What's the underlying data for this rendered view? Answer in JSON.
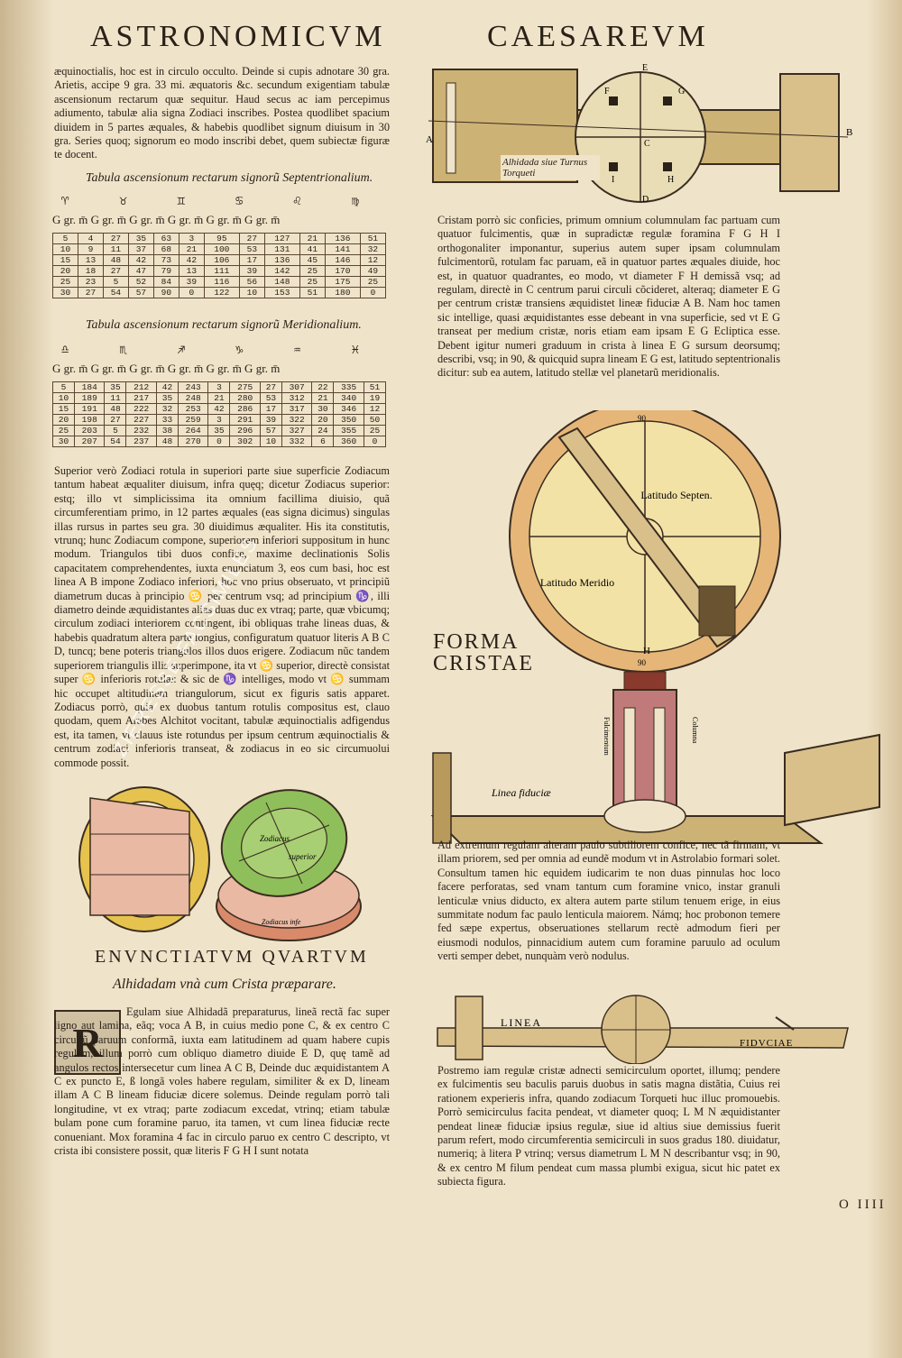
{
  "header": {
    "left_title": "ASTRONOMICVM",
    "right_title": "CAESAREVM"
  },
  "left_intro": "æquinoctialis, hoc est in circulo occulto. Deinde si cupis adnotare 30 gra. Arietis, accipe 9 gra. 33 mi. æquatoris &c. secundum exigentiam tabulæ ascensionum rectarum quæ sequitur. Haud secus ac iam percepimus adiumento, tabulæ alia signa Zodiaci inscribes. Postea quodlibet spacium diuidem in 5 partes æquales, & habebis quodlibet signum diuisum in 30 gra. Series quoq; signorum eo modo inscribi debet, quem subiectæ figuræ te docent.",
  "table1": {
    "caption": "Tabula ascensionum rectarum signorũ Septentrionalium.",
    "symbols": [
      "♈",
      "♉",
      "♊",
      "♋",
      "♌",
      "♍"
    ],
    "header": "G gr. m̄ G gr. m̄ G gr. m̄ G gr. m̄ G gr. m̄ G gr. m̄",
    "rows": [
      [
        "5",
        "4",
        "27",
        "35",
        "63",
        "3",
        "95",
        "27",
        "127",
        "21",
        "136",
        "51"
      ],
      [
        "10",
        "9",
        "11",
        "37",
        "68",
        "21",
        "100",
        "53",
        "131",
        "41",
        "141",
        "32"
      ],
      [
        "15",
        "13",
        "48",
        "42",
        "73",
        "42",
        "106",
        "17",
        "136",
        "45",
        "146",
        "12"
      ],
      [
        "20",
        "18",
        "27",
        "47",
        "79",
        "13",
        "111",
        "39",
        "142",
        "25",
        "170",
        "49"
      ],
      [
        "25",
        "23",
        "5",
        "52",
        "84",
        "39",
        "116",
        "56",
        "148",
        "25",
        "175",
        "25"
      ],
      [
        "30",
        "27",
        "54",
        "57",
        "90",
        "0",
        "122",
        "10",
        "153",
        "51",
        "180",
        "0"
      ]
    ]
  },
  "table2": {
    "caption": "Tabula ascensionum rectarum signorũ Meridionalium.",
    "symbols": [
      "♎",
      "♏",
      "♐",
      "♑",
      "♒",
      "♓"
    ],
    "header": "G gr. m̄ G gr. m̄ G gr. m̄ G gr. m̄ G gr. m̄ G gr. m̄",
    "rows": [
      [
        "5",
        "184",
        "35",
        "212",
        "42",
        "243",
        "3",
        "275",
        "27",
        "307",
        "22",
        "335",
        "51"
      ],
      [
        "10",
        "189",
        "11",
        "217",
        "35",
        "248",
        "21",
        "280",
        "53",
        "312",
        "21",
        "340",
        "19"
      ],
      [
        "15",
        "191",
        "48",
        "222",
        "32",
        "253",
        "42",
        "286",
        "17",
        "317",
        "30",
        "346",
        "12"
      ],
      [
        "20",
        "198",
        "27",
        "227",
        "33",
        "259",
        "3",
        "291",
        "39",
        "322",
        "20",
        "350",
        "50"
      ],
      [
        "25",
        "203",
        "5",
        "232",
        "38",
        "264",
        "35",
        "296",
        "57",
        "327",
        "24",
        "355",
        "25"
      ],
      [
        "30",
        "207",
        "54",
        "237",
        "48",
        "270",
        "0",
        "302",
        "10",
        "332",
        "6",
        "360",
        "0"
      ]
    ]
  },
  "left_body": "Superior verò Zodiaci rotula in superiori parte siue superficie Zodiacum tantum habeat æqualiter diuisum, infra quęq; dicetur Zodiacus superior: estq; illo vt simplicissima ita omnium facillima diuisio, quã circumferentiam primo, in 12 partes æquales (eas signa dicimus) singulas illas rursus in partes seu gra. 30 diuidimus æqualiter. His ita constitutis, vtrunq; hunc Zodiacum compone, superiorem inferiori suppositum in hunc modum. Triangulos tibi duos confice, maxime declinationis Solis capacitatem comprehendentes, iuxta enunciatum 3, eos cum basi, hoc est linea A B impone Zodiaco inferiori, hoc vno prius obseruato, vt principiũ diametrum ducas à principio ♋ per centrum vsq; ad principium ♑, illi diametro deinde æquidistantes alias duas duc ex vtraq; parte, quæ vbicumq; circulum zodiaci interiorem contingent, ibi obliquas trahe lineas duas, & habebis quadratum altera parte longius, configuratum quatuor literis A B C D, tuncq; bene poteris triangulos illos duos erigere. Zodiacum nũc tandem superiorem triangulis illis superimpone, ita vt ♋ superior, directè consistat super ♋ inferioris rotulæ: & sic de ♑ intelliges, modo vt ♋ summam hic occupet altitudinem triangulorum, sicut ex figuris satis apparet. Zodiacus porrò, quia ex duobus tantum rotulis compositus est, clauo quodam, quem Arabes Alchitot vocitant, tabulæ æquinoctialis adfigendus est, ita tamen, vt clauus iste rotundus per ipsum centrum æquinoctialis & centrum zodiaci inferioris transeat, & zodiacus in eo sic circumuolui commode possit.",
  "zodiac_labels": {
    "outer": "Zodiacus",
    "inner": "superior",
    "lower": "Zodiacus infe"
  },
  "heading_quartum": "ENVNCTIATVM QVARTVM",
  "sub_quartum": "Alhidadam vnà cum Crista præparare.",
  "initial": "R",
  "left_bottom": "Egulam siue Alhidadã preparaturus, lineã rectã fac super ligno aut lamina, eãq; voca A B, in cuius medio pone C, & ex centro C circuliũ paruum conformã, iuxta eam latitudinem ad quam habere cupis regulam, illum porrò cum obliquo diametro diuide E D, quę tamẽ ad angulos rectos intersecetur cum linea A C B, Deinde duc æquidistantem A C ex puncto E, ß longã voles habere regulam, similiter & ex D, lineam illam A C B lineam fiduciæ dicere solemus. Deinde regulam porrò tali longitudine, vt ex vtraq; parte zodiacum excedat, vtrinq; etiam tabulæ bulam pone cum foramine paruo, ita tamen, vt cum linea fiduciæ recte conueniant. Mox foramina 4 fac in circulo paruo ex centro C descripto, vt crista ibi consistere possit, quæ literis F G H I sunt notata",
  "alhidada_label": "Alhidada siue Turnus Torqueti",
  "alhidada_letters": {
    "A": "A",
    "B": "B",
    "C": "C",
    "D": "D",
    "E": "E",
    "F": "F",
    "G": "G",
    "H": "H",
    "I": "I"
  },
  "right_body1": "Cristam porrò sic conficies, primum omnium columnulam fac partuam cum quatuor fulcimentis, quæ in supradictæ regulæ foramina F G H I orthogonaliter imponantur, superius autem super ipsam columnulam fulcimentorũ, rotulam fac paruam, eã in quatuor partes æquales diuide, hoc est, in quatuor quadrantes, eo modo, vt diameter F H demissã vsq; ad regulam, directè in C centrum parui circuli cõcideret, alteraq; diameter E G per centrum cristæ transiens æquidistet lineæ fiduciæ A B. Nam hoc tamen sic intellige, quasi æquidistantes esse debeant in vna superficie, sed vt E G transeat per medium cristæ, noris etiam eam ipsam E G Ecliptica esse. Debent igitur numeri graduum in crista à linea E G sursum deorsumq; describi, vsq; in 90, & quicquid supra lineam E G est, latitudo septentrionalis dicitur: sub ea autem, latitudo stellæ vel planetarũ meridionalis.",
  "crista": {
    "lat_sept": "Latitudo Septen.",
    "lat_merid": "Latitudo Meridio",
    "forma": "FORMA",
    "cristae": "CRISTAE",
    "columna": "Columna",
    "fulcimentum": "Fulcimentum",
    "linea_fiduciae": "Linea fiduciæ",
    "letter_h": "H",
    "deg90": "90",
    "deg90b": "90"
  },
  "right_body2": "Ad extremum regulam alteram paulo subtiliorem confice, nec tã firmam, vt illam priorem, sed per omnia ad eundẽ modum vt in Astrolabio formari solet. Consultum tamen hic equidem iudicarim te non duas pinnulas hoc loco facere perforatas, sed vnam tantum cum foramine vnico, instar granuli lenticulæ vnius diducto, ex altera autem parte stilum tenuem erige, in eius summitate nodum fac paulo lenticula maiorem. Námq; hoc probonon temere fed sæpe expertus, obseruationes stellarum rectè admodum fieri per eiusmodi nodulos, pinnacidium autem cum foramine paruulo ad oculum verti semper debet, nunquàm verò nodulus.",
  "bottom_ruler": {
    "left": "LINEA",
    "right": "FIDVCIAE"
  },
  "right_body3": "Postremo iam regulæ cristæ adnecti semicirculum oportet, illumq; pendere ex fulcimentis seu baculis paruis duobus in satis magna distãtia, Cuius rei rationem experieris infra, quando zodiacum Torqueti huc illuc promouebis. Porrò semicirculus facita pendeat, vt diameter quoq; L M N æquidistanter pendeat lineæ fiduciæ ipsius regulæ, siue id altius siue demissius fuerit parum refert, modo circumferentia semicirculi in suos gradus 180. diuidatur, numeriq; à litera P vtrinq; versus diametrum L M N describantur vsq; in 90, & ex centro M filum pendeat cum massa plumbi exigua, sicut hic patet ex subiecta figura.",
  "page_number": "O IIII",
  "watermark": "ZIERESSE FACSIMILES",
  "colors": {
    "paper": "#efe3c9",
    "ink": "#2a2118",
    "ochre": "#cdb275",
    "pink": "#e9b9a3",
    "green": "#8fbf5a",
    "wood_red": "#b76a5a"
  }
}
